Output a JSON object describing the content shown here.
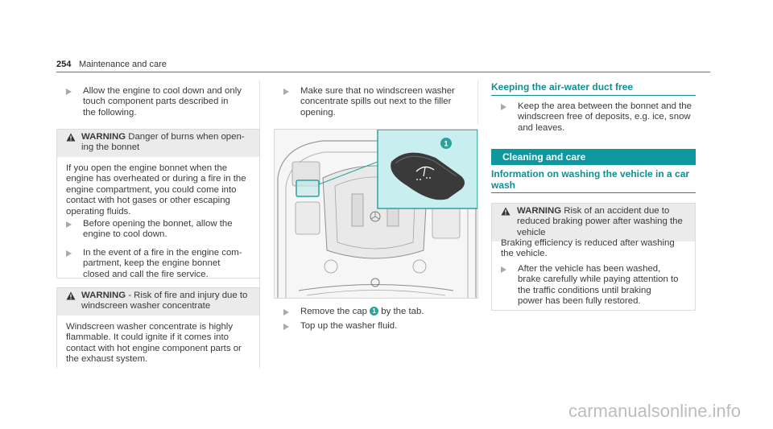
{
  "header": {
    "page_number": "254",
    "section_title": "Maintenance and care"
  },
  "col1": {
    "bullet1": [
      "Allow the engine to cool down and only",
      "touch component parts described in",
      "the following."
    ],
    "warning1": {
      "label": "WARNING",
      "title_line1": " Danger of burns when open-",
      "title_line2": "ing the bonnet",
      "body": [
        "If you open the engine bonnet when the",
        "engine has overheated or during a fire in the",
        "engine compartment, you could come into",
        "contact with hot gases or other escaping",
        "operating fluids."
      ],
      "bullet_a": [
        "Before opening the bonnet, allow the",
        "engine to cool down."
      ],
      "bullet_b": [
        "In the event of a fire in the engine com-",
        "partment, keep the engine bonnet",
        "closed and call the fire service."
      ]
    },
    "warning2": {
      "label": "WARNING",
      "title_line1": " - Risk of fire and injury due to",
      "title_line2": "windscreen washer concentrate",
      "body": [
        "Windscreen washer concentrate is highly",
        "flammable. It could ignite if it comes into",
        "contact with hot engine component parts or",
        "the exhaust system."
      ]
    }
  },
  "col2": {
    "bullet1": [
      "Make sure that no windscreen washer",
      "concentrate spills out next to the filler",
      "opening."
    ],
    "figure_callout": "1",
    "step1_pre": "Remove the cap ",
    "step1_callout": "1",
    "step1_post": " by the tab.",
    "step2": "Top up the washer fluid."
  },
  "col3": {
    "heading1": "Keeping the air-water duct free",
    "bullet1": [
      "Keep the area between the bonnet and the",
      "windscreen free of deposits, e.g. ice, snow",
      "and leaves."
    ],
    "bar_title": "Cleaning and care",
    "heading2_line1": "Information on washing the vehicle in a car",
    "heading2_line2": "wash",
    "warning": {
      "label": "WARNING",
      "title_line1": " Risk of an accident due to",
      "title_line2": "reduced braking power after washing the",
      "title_line3": "vehicle",
      "body": [
        "Braking efficiency is reduced after washing",
        "the vehicle."
      ],
      "bullet": [
        "After the vehicle has been washed,",
        "brake carefully while paying attention to",
        "the traffic conditions until braking",
        "power has been fully restored."
      ]
    }
  },
  "footer": {
    "watermark": "carmanualsonline.info"
  },
  "colors": {
    "accent": "#0f979e",
    "callout": "#2aa39e",
    "warning_bg": "#ebebeb"
  }
}
